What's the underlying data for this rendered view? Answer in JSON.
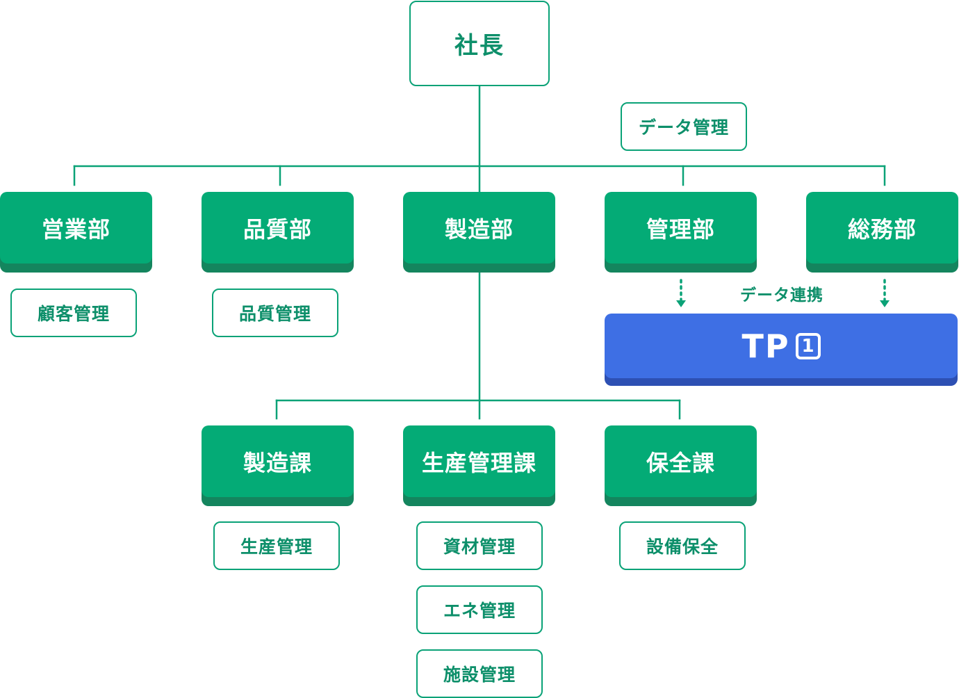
{
  "ceo": {
    "label": "社長"
  },
  "data_mgmt": {
    "label": "データ管理"
  },
  "departments": [
    {
      "label": "営業部"
    },
    {
      "label": "品質部"
    },
    {
      "label": "製造部"
    },
    {
      "label": "管理部"
    },
    {
      "label": "総務部"
    }
  ],
  "dept_tags": [
    {
      "label": "顧客管理"
    },
    {
      "label": "品質管理"
    }
  ],
  "data_link": {
    "label": "データ連携"
  },
  "tp1": {
    "text": "TP",
    "digit": "1"
  },
  "sections": [
    {
      "label": "製造課"
    },
    {
      "label": "生産管理課"
    },
    {
      "label": "保全課"
    }
  ],
  "section_tags": {
    "production": [
      {
        "label": "生産管理"
      }
    ],
    "planning": [
      {
        "label": "資材管理"
      },
      {
        "label": "エネ管理"
      },
      {
        "label": "施設管理"
      }
    ],
    "maintenance": [
      {
        "label": "設備保全"
      }
    ]
  },
  "colors": {
    "green": "#04ab76",
    "green_dark": "#14855e",
    "green_line": "#0aa277",
    "text_green": "#0d8f6a",
    "blue": "#3e6fe4",
    "blue_dark": "#2d50b3"
  }
}
